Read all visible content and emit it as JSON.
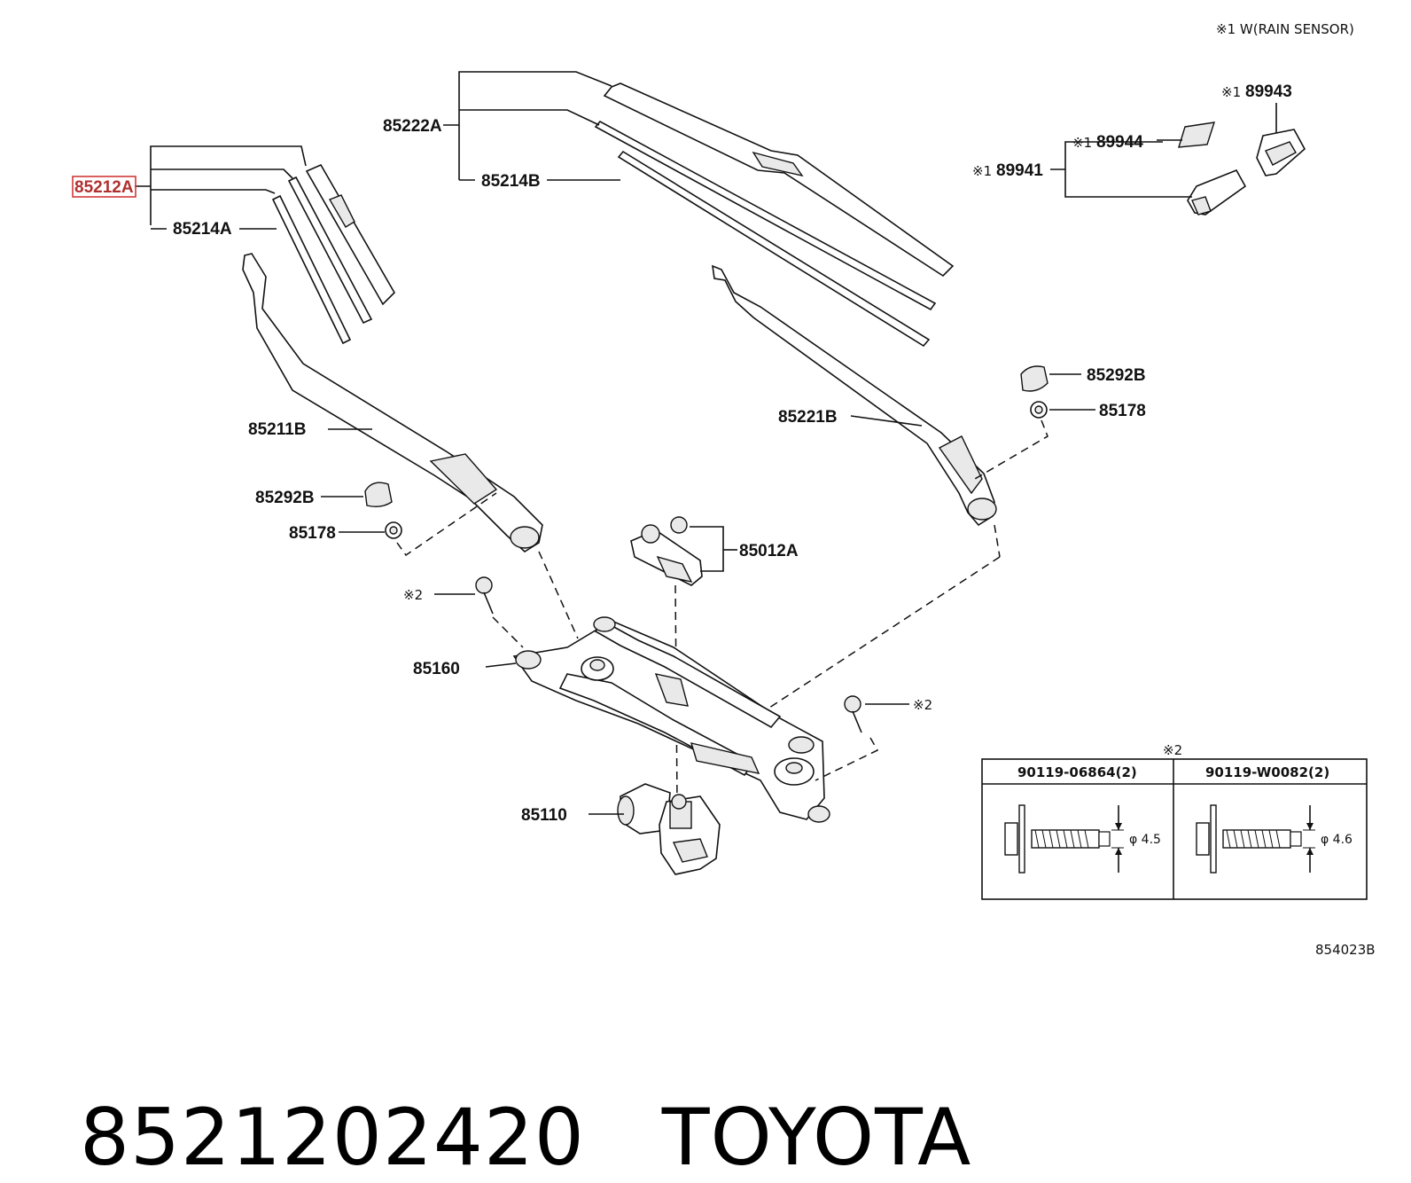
{
  "diagram": {
    "note_rain_sensor": "※1 W(RAIN SENSOR)",
    "drawing_number": "854023B",
    "highlight_color": "#d23a3a",
    "labels": {
      "p85212A": "85212A",
      "p85214A": "85214A",
      "p85222A": "85222A",
      "p85214B": "85214B",
      "p89943": "89943",
      "p89944": "89944",
      "p89941": "89941",
      "p85292B_right": "85292B",
      "p85178_right": "85178",
      "p85221B": "85221B",
      "p85211B": "85211B",
      "p85292B_left": "85292B",
      "p85178_left": "85178",
      "p85012A": "85012A",
      "p85160": "85160",
      "p85110": "85110",
      "mark2_left": "※2",
      "mark2_right": "※2",
      "mark1_89943": "※1",
      "mark1_89944": "※1",
      "mark1_89941": "※1"
    },
    "bolt_table": {
      "title": "※2",
      "col1_header": "90119-06864(2)",
      "col2_header": "90119-W0082(2)",
      "col1_dim": "φ 4.5",
      "col2_dim": "φ 4.6"
    }
  },
  "caption": {
    "part_number": "8521202420",
    "brand": "TOYOTA"
  }
}
